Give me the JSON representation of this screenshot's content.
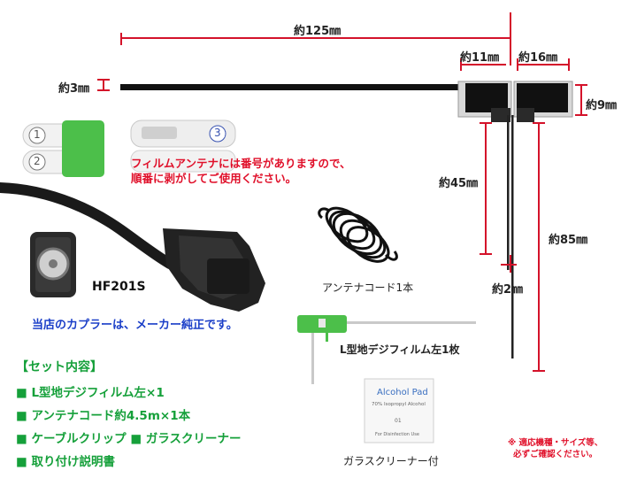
{
  "dims": {
    "top_width": "約125㎜",
    "left_elem": "約11㎜",
    "right_elem": "約16㎜",
    "thickness": "約3㎜",
    "right_height": "約9㎜",
    "left_lead": "約45㎜",
    "right_lead": "約85㎜",
    "lead_width": "約2㎜"
  },
  "numbers": {
    "n1": "1",
    "n2": "2",
    "n3": "3"
  },
  "notice": {
    "line1": "フィルムアンテナには番号がありますので、",
    "line2": "順番に剥がしてご使用ください。"
  },
  "connector_model": "HF201S",
  "coupler_note": "当店のカプラーは、メーカー純正です。",
  "captions": {
    "cord": "アンテナコード1本",
    "film": "L型地デジフィルム左1枚",
    "cleaner": "ガラスクリーナー付"
  },
  "cleaner_pack": {
    "title": "Alcohol Pad",
    "sub": "70% Isopropyl Alcohol",
    "mid": "01",
    "foot": "For Disinfection Use"
  },
  "set": {
    "title": "【セット内容】",
    "items": [
      "■ L型地デジフィルム左×1",
      "■ アンテナコード約4.5m×1本",
      "■ ケーブルクリップ ■ ガラスクリーナー",
      "■ 取り付け説明書"
    ]
  },
  "disclaimer": {
    "line1": "※ 適応機種・サイズ等、",
    "line2": "必ずご確認ください。"
  },
  "colors": {
    "dim_red": "#d4122a",
    "accent_green": "#15a03a",
    "notice_red": "#e0102a",
    "coupler_blue": "#1a3ec8",
    "film_green": "#4cbf4a"
  }
}
